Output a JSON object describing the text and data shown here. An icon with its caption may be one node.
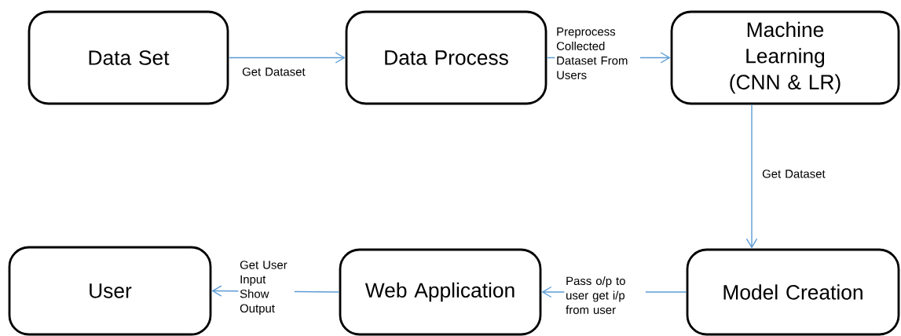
{
  "diagram": {
    "nodes": [
      {
        "text": [
          "Data Set"
        ]
      },
      {
        "text": [
          "Data Process"
        ]
      },
      {
        "text": [
          "Machine Learning (CNN & LR)"
        ]
      },
      {
        "text": [
          "Model Creation"
        ]
      },
      {
        "text": [
          "Web Application"
        ]
      },
      {
        "text": [
          "User"
        ]
      }
    ],
    "edges": [
      {
        "from": 0,
        "to": 1,
        "arrow": "to",
        "label": "Get Dataset"
      },
      {
        "from": 1,
        "to": 2,
        "arrow": "to",
        "label": "Preprocess Collected Dataset From Users"
      },
      {
        "from": 2,
        "to": 3,
        "arrow": "to",
        "label": "Get Dataset"
      },
      {
        "from": 3,
        "to": 4,
        "arrow": "to",
        "label": "Pass o/p to user get i/p from user"
      },
      {
        "from": 4,
        "to": 5,
        "arrow": "to",
        "label": "Get User Input Show Output"
      }
    ]
  }
}
